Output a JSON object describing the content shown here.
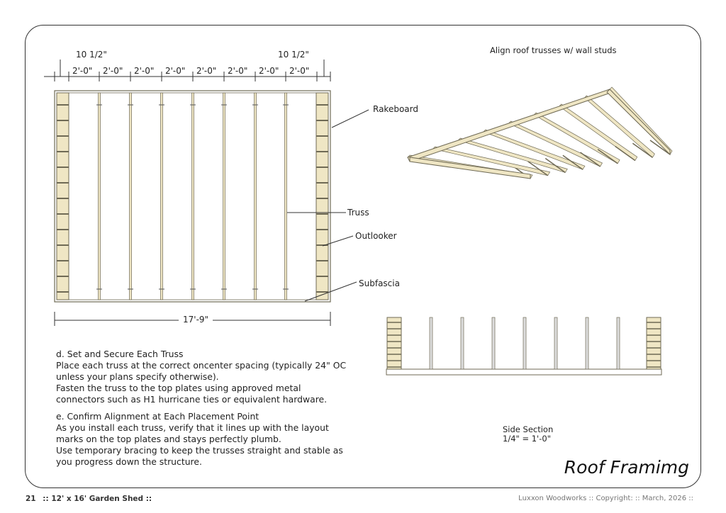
{
  "plan": {
    "overhang_left": "10 1/2\"",
    "overhang_right": "10 1/2\"",
    "spacings": [
      "2'-0\"",
      "2'-0\"",
      "2'-0\"",
      "2'-0\"",
      "2'-0\"",
      "2'-0\"",
      "2'-0\"",
      "2'-0\""
    ],
    "overall_width": "17'-9\"",
    "labels": {
      "rakeboard": "Rakeboard",
      "truss": "Truss",
      "outlooker": "Outlooker",
      "subfascia": "Subfascia"
    }
  },
  "perspective_caption": "Align roof trusses w/ wall studs",
  "side_section": {
    "title": "Side Section",
    "scale": "1/4\" = 1'-0\""
  },
  "instructions": [
    {
      "heading": "d. Set and Secure Each Truss",
      "lines": [
        "Place each truss at the correct oncenter spacing (typically 24\" OC",
        "unless your plans specify otherwise).",
        "Fasten the truss to the top plates using approved metal",
        "connectors such as H1 hurricane ties or equivalent hardware."
      ]
    },
    {
      "heading": "e. Confirm Alignment at Each Placement Point",
      "lines": [
        "As you install each truss, verify that it lines up with the layout",
        "marks on the top plates and stays perfectly plumb.",
        "Use temporary bracing to keep the trusses straight and stable as",
        "you progress down the structure."
      ]
    }
  ],
  "page_title": "Roof Framimg",
  "footer": {
    "page_number": "21",
    "project": "::  12' x 16'  Garden Shed  ::",
    "right": "Luxxon Woodworks  ::  Copyright:  ::  March, 2026  ::"
  },
  "colors": {
    "wood": "#efe6c4",
    "wood_edge": "#6f6a55"
  }
}
